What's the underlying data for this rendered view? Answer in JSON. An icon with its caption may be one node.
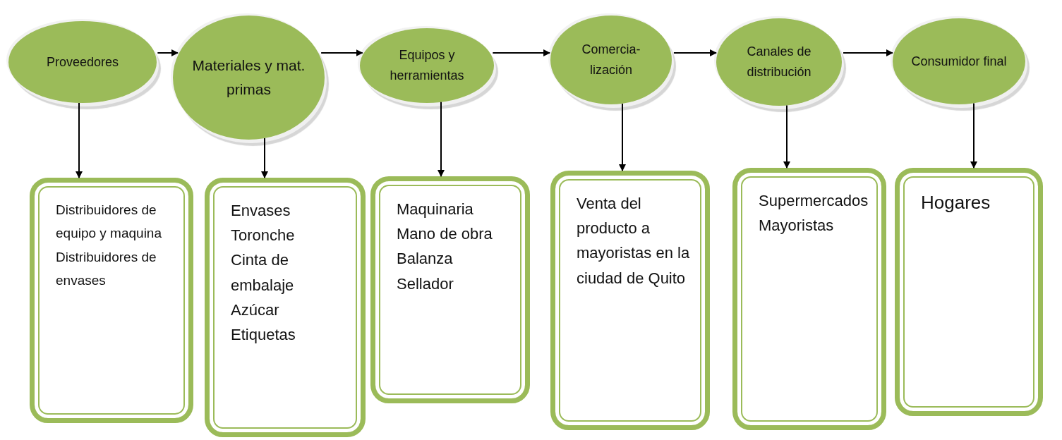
{
  "diagram": {
    "nodes": [
      {
        "text": [
          "Proveedores"
        ]
      },
      {
        "text": [
          "Materiales y mat. primas"
        ]
      },
      {
        "text": [
          "Equipos y herramientas"
        ]
      },
      {
        "text": [
          "Comercia- lización"
        ]
      },
      {
        "text": [
          "Canales de distribución"
        ]
      },
      {
        "text": [
          "Consumidor final"
        ]
      },
      {
        "text": [
          "Distribuidores de equipo y maquina",
          "Distribuidores de envases"
        ]
      },
      {
        "text": [
          "Envases",
          "Toronche",
          "Cinta de embalaje",
          "Azúcar",
          "Etiquetas"
        ]
      },
      {
        "text": [
          "Maquinaria",
          "Mano de obra",
          "Balanza",
          "Sellador"
        ]
      },
      {
        "text": [
          "Venta del producto a mayoristas en la ciudad de Quito"
        ]
      },
      {
        "text": [
          "Supermercados",
          "Mayoristas"
        ]
      },
      {
        "text": [
          "Hogares"
        ]
      }
    ],
    "edges": [
      {
        "from": 0,
        "to": 1,
        "arrow": "to"
      },
      {
        "from": 1,
        "to": 2,
        "arrow": "to"
      },
      {
        "from": 2,
        "to": 3,
        "arrow": "to"
      },
      {
        "from": 3,
        "to": 4,
        "arrow": "to"
      },
      {
        "from": 4,
        "to": 5,
        "arrow": "to"
      },
      {
        "from": 0,
        "to": 6,
        "arrow": "to"
      },
      {
        "from": 1,
        "to": 7,
        "arrow": "to"
      },
      {
        "from": 2,
        "to": 8,
        "arrow": "to"
      },
      {
        "from": 3,
        "to": 9,
        "arrow": "to"
      },
      {
        "from": 4,
        "to": 10,
        "arrow": "to"
      },
      {
        "from": 5,
        "to": 11,
        "arrow": "to"
      }
    ]
  }
}
